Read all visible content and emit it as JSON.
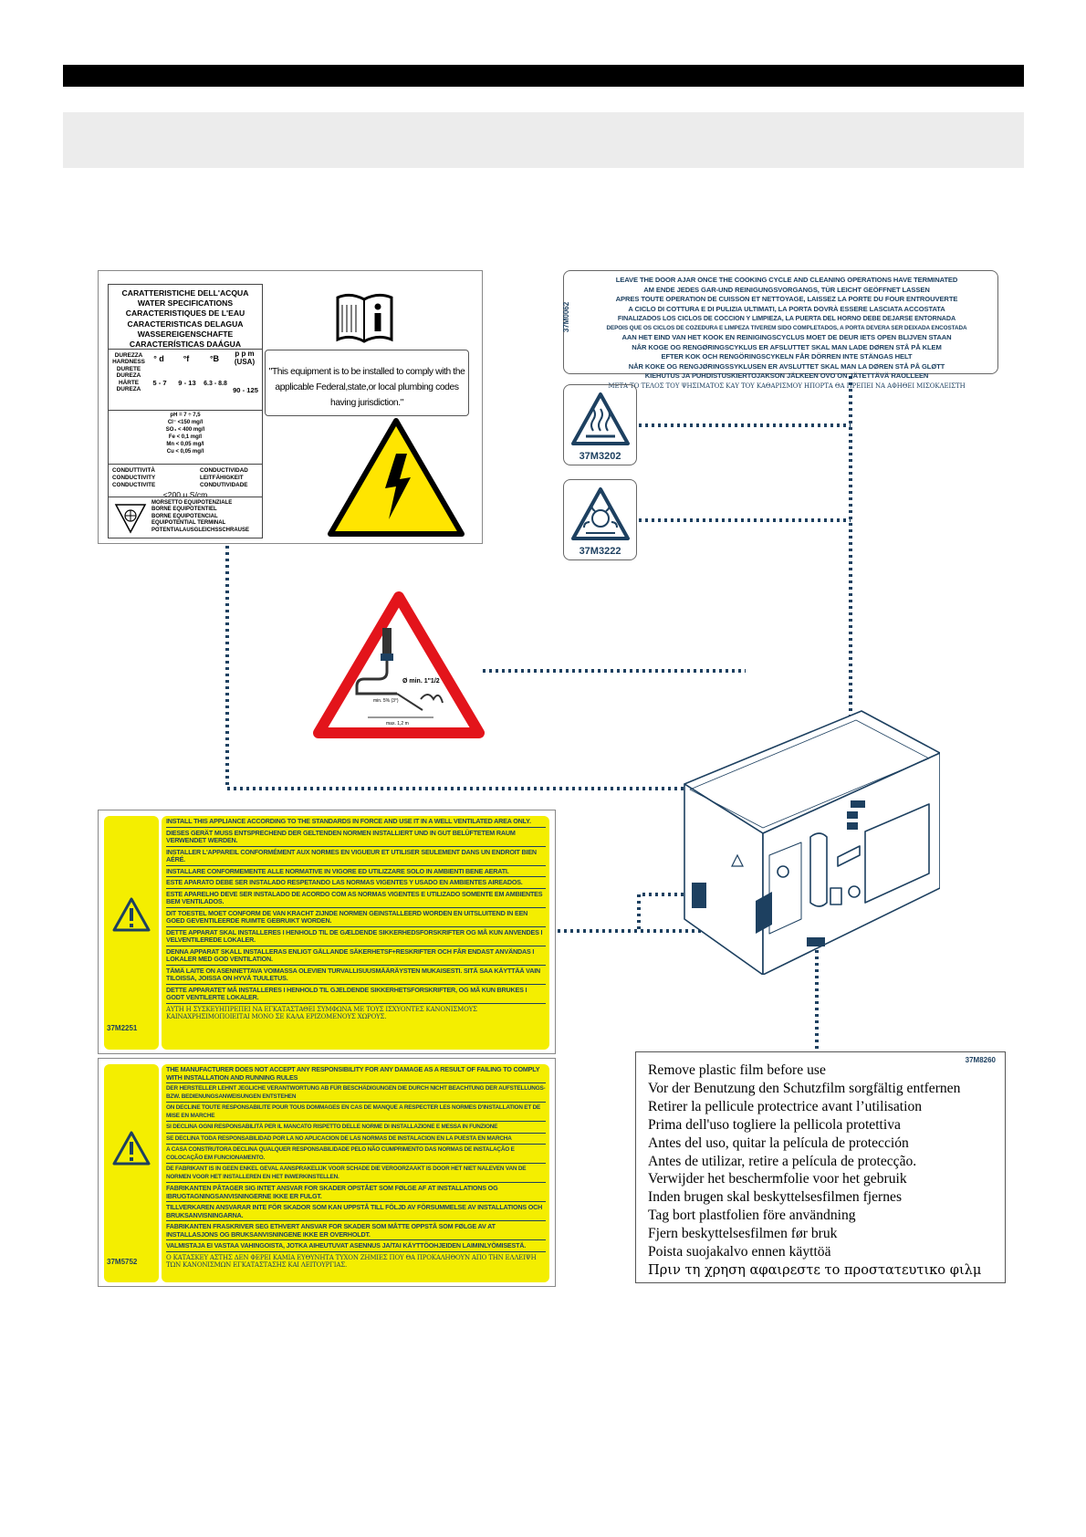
{
  "water_label": {
    "titles": [
      "CARATTERISTICHE DELL'ACQUA",
      "WATER SPECIFICATIONS",
      "CARACTERISTIQUES DE L'EAU",
      "CARACTERISTICAS DELAGUA",
      "WASSEREIGENSCHAFTE",
      "CARACTERÍSTICAS DAÁGUA"
    ],
    "hardness_labels": [
      "DUREZZA",
      "HARDNESS",
      "DURETE",
      "DUREZA",
      "HÄRTE",
      "DUREZA"
    ],
    "unit_d": "° d",
    "unit_f": "°f",
    "unit_b": "°B",
    "unit_ppm": "p p m (USA)",
    "val_d": "5 - 7",
    "val_f": "9 - 13",
    "val_b": "6.3 - 8.8",
    "val_ppm": "90 - 125",
    "chem": [
      "pH = 7 ÷ 7,5",
      "Cl⁻ <150 mg/l",
      "SO₄ < 400 mg/l",
      "Fe < 0,1 mg/l",
      "Mn < 0,05 mg/l",
      "Cu < 0,05 mg/l"
    ],
    "cond_left": [
      "CONDUTTIVITÀ",
      "CONDUCTIVITY",
      "CONDUCTIVITE"
    ],
    "cond_right": [
      "CONDUCTIVIDAD",
      "LEITFÄHIGKEIT",
      "CONDUTIVIDADE"
    ],
    "cond_value": "<200  μ  S/cm",
    "equipotential": [
      "MORSETTO EQUIPOTENZIALE",
      "BORNE EQUIPOTENTIEL",
      "BORNE EQUIPOTENCIAL",
      "EQUIPOTENTIAL TERMINAL",
      "POTENTIALAUSGLEICHSSCHRAUSE"
    ],
    "quote": "\"This equipment is to be installed to comply with the applicable Federal,state,or local plumbing codes having jurisdiction.\"",
    "info_icon": "manual-info-icon",
    "warning_icon": "high-voltage-icon"
  },
  "door_label": {
    "code": "37M0062",
    "lines": [
      "LEAVE THE DOOR AJAR ONCE THE COOKING CYCLE AND CLEANING OPERATIONS HAVE TERMINATED",
      "AM ENDE JEDES GAR-UND REINIGUNGSVORGANGS, TÜR LEICHT GEÖFFNET LASSEN",
      "APRES TOUTE OPERATION DE CUISSON ET NETTOYAGE, LAISSEZ LA PORTE DU FOUR ENTROUVERTE",
      "A CICLO DI COTTURA E DI PULIZIA ULTIMATI, LA PORTA DOVRÀ ESSERE LASCIATA ACCOSTATA",
      "FINALIZADOS LOS CICLOS DE COCCION Y LIMPIEZA, LA PUERTA DEL HORNO DEBE DEJARSE ENTORNADA",
      "DEPOIS QUE OS CICLOS DE COZEDURA E LIMPEZA TIVEREM SIDO COMPLETADOS, A PORTA DEVERA SER DEIXADA ENCOSTADA",
      "AAN HET EIND VAN HET KOOK EN REINIGINGSCYCLUS MOET DE DEUR IETS OPEN BLIJVEN STAAN",
      "NÅR KOGE OG RENGØRINGSCYKLUS ER AFSLUTTET SKAL MAN LADE DØREN STÅ PÅ KLEM",
      "EFTER KOK OCH RENGÖRINGSCYKELN FÅR DÖRREN INTE STÄNGAS HELT",
      "NÅR KOKE OG RENGJØRINGSSYKLUSEN ER AVSLUTTET SKAL MAN LA DØREN STÅ PÅ GLØTT",
      "KIEHUTUS JA PUHDISTUSKIERTOJAKSON JÄLKEEN OVO ON JÄTETTÄVÄ RAOLLEEN",
      "ΜΕΤΑ ΤΟ ΤΕΛΟΣ ΤΟΥ ΨΗΣΙΜΑΤΟΣ ΚΑΥ ΤΟΥ ΚΑΘΑΡΙΣΜΟΥ ΗΠΟΡΤΑ ΘΑ ΠΡΕΠΕΙ ΝΑ ΑΦΗΘΕΙ ΜΙΣΟΚΛΕΙΣΤΗ"
    ]
  },
  "hot_label": {
    "code": "37M3202",
    "icon": "hot-surface-icon"
  },
  "steam_label": {
    "code": "37M3222",
    "icon": "hot-steam-icon"
  },
  "drain_triangle": {
    "icon": "drain-warning-icon",
    "pipe_size": "Ø min. 1\"1/2",
    "slope": "min. 5% (3°)",
    "length": "max. 1,2 m"
  },
  "install_label": {
    "code": "37M2251",
    "icon": "caution-icon",
    "lines": [
      "INSTALL THIS APPLIANCE ACCORDING TO THE STANDARDS IN FORCE AND USE IT IN A WELL VENTILATED AREA ONLY.",
      "DIESES GERÄT MUSS ENTSPRECHEND DER GELTENDEN NORMEN INSTALLIERT UND IN GUT BELÜFTETEM RAUM VERWENDET WERDEN.",
      "INSTALLER L'APPAREIL CONFORMÉMENT AUX NORMES EN VIGUEUR ET UTILISER SEULEMENT DANS UN ENDROIT BIEN AÉRÉ.",
      "INSTALLARE CONFORMEMENTE ALLE NORMATIVE IN VIGORE ED UTILIZZARE SOLO IN AMBIENTI BENE AERATI.",
      "ESTE APARATO DEBE SER INSTALADO RESPETANDO LAS NORMAS VIGENTES Y USADO EN AMBIENTES AIREADOS.",
      "ESTE APARELHO DEVE SER INSTALADO DE ACORDO COM AS NORMAS VIGENTES E UTILIZADO SOMENTE EM AMBIENTES BEM VENTILADOS.",
      "DIT TOESTEL MOET CONFORM DE VAN KRACHT ZIJNDE NORMEN GEINSTALLEERD WORDEN EN UITSLUITEND IN EEN GOED GEVENTILEERDE RUIMTE GEBRUIKT WORDEN.",
      "DETTE APPARAT SKAL INSTALLERES I HENHOLD TIL DE GÆLDENDE SIKKERHEDSFORSKRIFTER OG MÅ KUN ANVENDES I VELVENTILEREDE LOKALER.",
      "DENNA APPARAT SKALL INSTALLERAS ENLIGT GÄLLANDE SÄKERHETSF+RESKRIFTER OCH FÅR ENDAST ANVÄNDAS I LOKALER MED GOD VENTILATION.",
      "TÄMÄ LAITE ON ASENNETTAVA VOIMASSA OLEVIEN TURVALLISUUSMÄÄRÄYSTEN MUKAISESTI. SITÄ SAA KÄYTTÄÄ VAIN TILOISSA, JOISSA ON HYVÄ TUULETUS.",
      "DETTE APPARATET MÅ INSTALLERES I HENHOLD TIL GJELDENDE SIKKERHETSFORSKRIFTER, OG MÅ KUN BRUKES I GODT VENTILERTE LOKALER."
    ],
    "greek": "ΑΥΤΗ Η ΣΥΣΚΕΥΗΠΡΕΠΕΙ ΝΑ ΕΓΚΑΤΑΣΤΑΘΕΙ ΣΥΜΦΩΝΑ ΜΕ ΤΟΥΣ ΙΣΧΥΟΝΤΕΣ ΚΑΝΟΝΙΣΜΟΥΣ ΚΑΙΝΑΧΡΗΣΙΜΟΠΟΙΕΙΤΑΙ ΜΟΝΟ ΣΕ ΚΑΛΑ ΕΡΙΖΟΜΕΝΟΥΣ ΧΩΡΟΥΣ."
  },
  "liability_label": {
    "code": "37M5752",
    "icon": "caution-icon",
    "lines": [
      "THE MANUFACTURER DOES NOT ACCEPT ANY RESPONSIBILITY FOR ANY DAMAGE AS A RESULT OF FAILING TO COMPLY WITH INSTALLATION AND RUNNING RULES",
      "DER HERSTELLER LEHNT JEGLICHE VERANTWORTUNG AB FÜR BESCHÄDIGUNGEN DIE DURCH NICHT BEACHTUNG DER AUFSTELLUNGS- BZW. BEDIENUNGSANWEISUNGEN ENTSTEHEN",
      "ON DECLINE TOUTE RESPONSABILITE POUR TOUS DOMMAGES EN CAS DE MANQUE A RESPECTER LES NORMES D'INSTALLATION ET DE MISE EN MARCHE",
      "SI DECLINA OGNI RESPONSABILITÀ PER IL MANCATO RISPETTO DELLE NORME DI INSTALLAZIONE E MESSA IN FUNZIONE",
      "SE DECLINA TODA RESPONSABILIDAD POR LA NO APLICACION DE LAS NORMAS DE INSTALACION EN LA PUESTA EN MARCHA",
      "A CASA CONSTRUTORA DECLINA QUALQUER RESPONSABILIDADE PELO NÃO CUMPRIMENTO DAS NORMAS DE INSTALAÇÃO E COLOCAÇÃO EM FUNCIONAMENTO.",
      "DE FABRIKANT IS IN GEEN ENKEL GEVAL AANSPRAKELIJK VOOR SCHADE DIE VEROORZAAKT IS DOOR HET NIET NALEVEN VAN DE NORMEN VOOR HET INSTALLEREN EN HET INWERKINSTELLEN.",
      "FABRIKANTEN PÅTAGER SIG INTET ANSVAR FOR SKADER OPSTÅET SOM FØLGE AF AT INSTALLATIONS OG IBRUGTAGNINGSANVISNINGERNE IKKE ER FULGT.",
      "TILLVERKAREN ANSVARAR INTE FÖR SKADOR SOM KAN UPPSTÅ TILL FÖLJD AV FÖRSUMMELSE AV INSTALLATIONS OCH BRUKSANVISNINGARNA.",
      "FABRIKANTEN FRASKRIVER SEG ETHVERT ANSVAR FOR SKADER SOM MÅTTE OPPSTÅ SOM FØLGE AV AT INSTALLASJONS OG BRUKSANVISNINGENE IKKE ER OVERHOLDT.",
      "VALMISTAJA EI VASTAA VAHINGOISTA, JOTKA AIHEUTUVAT ASENNUS JA/TAI KÄYTTÖOHJEIDEN LAIMINLYÖMISESTÄ."
    ],
    "greek": "Ο ΚΑΤΑΣΚΕΥ ΑΣΤΗΣ ΔΕΝ ΦΕΡΕΙ ΚΑΜΙΑ ΕΥΘΥΝΗΤΑ ΤΥΧΟΝ ΖΗΜΙΕΣ ΠΟΥ ΘΑ ΠΡΟΚΑΛΗΘΟΥΝ ΑΠΟ ΤΗΝ ΕΛΛΕΙΨΗ ΤΩΝ ΚΑΝΟΝΙΣΜΩΝ ΕΓΚΑΤΑΣΤΑΣΗΣ ΚΑΙ ΛΕΙΤΟΥΡΓΙΑΣ."
  },
  "film_label": {
    "code": "37M8260",
    "lines": [
      "Remove plastic film before use",
      "Vor der Benutzung den Schutzfilm sorgfältig entfernen",
      "Retirer la pellicule protectrice avant l’utilisation",
      "Prima dell'uso togliere la pellicola protettiva",
      "Antes del uso, quitar la película de protección",
      "Antes de utilizar, retire a película de protecção.",
      "Verwijder het beschermfolie voor het gebruik",
      "Inden brugen skal beskyttelsesfilmen fjernes",
      "Tag bort plastfolien  före användning",
      "Fjern beskyttelsesfilmen før bruk",
      "Poista suojakalvo ennen käyttöä",
      "Πριν τη χρηση αφαιρεστε το προστατευτικο φιλμ"
    ]
  },
  "oven": {
    "icon": "combi-oven-illustration"
  },
  "colors": {
    "yellow": "#f4ee00",
    "navy": "#1d4060",
    "red": "#e3141b",
    "warning_yellow": "#ffe500"
  }
}
